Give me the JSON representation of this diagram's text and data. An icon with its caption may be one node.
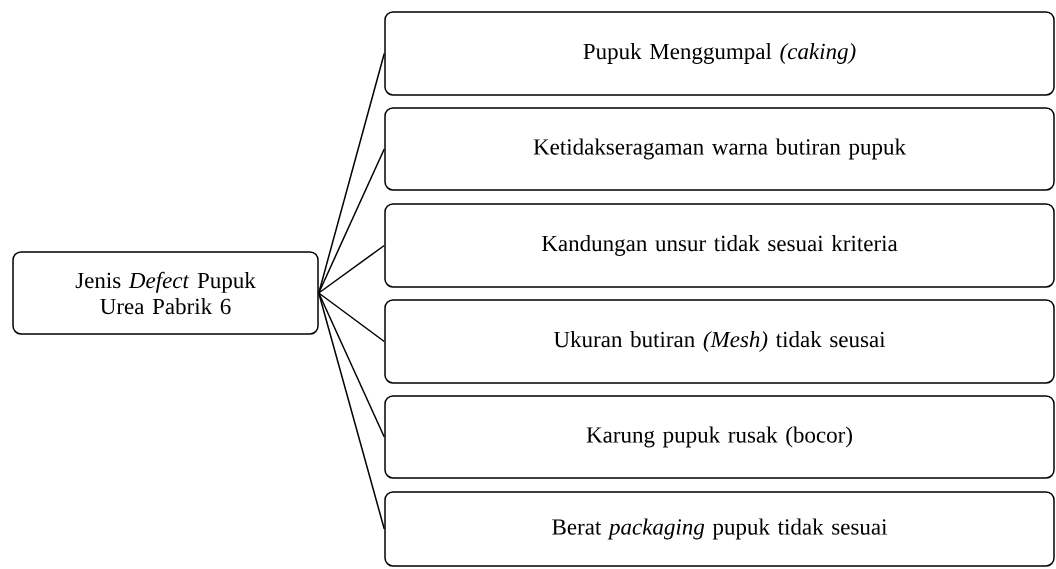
{
  "diagram": {
    "nodes": [
      {
        "text": [
          "Jenis *Defect* Pupuk Urea Pabrik 6"
        ]
      },
      {
        "text": [
          "Pupuk Menggumpal *(caking)*"
        ]
      },
      {
        "text": [
          "Ketidakseragaman warna butiran pupuk"
        ]
      },
      {
        "text": [
          "Kandungan unsur tidak sesuai kriteria"
        ]
      },
      {
        "text": [
          "Ukuran butiran *(Mesh)* tidak seusai"
        ]
      },
      {
        "text": [
          "Karung pupuk rusak (bocor)"
        ]
      },
      {
        "text": [
          "Berat *packaging* pupuk tidak sesuai"
        ]
      }
    ],
    "edges": [
      {
        "from": 0,
        "to": 1,
        "arrow": "none"
      },
      {
        "from": 0,
        "to": 2,
        "arrow": "none"
      },
      {
        "from": 0,
        "to": 3,
        "arrow": "none"
      },
      {
        "from": 0,
        "to": 4,
        "arrow": "none"
      },
      {
        "from": 0,
        "to": 5,
        "arrow": "none"
      },
      {
        "from": 0,
        "to": 6,
        "arrow": "none"
      }
    ]
  }
}
